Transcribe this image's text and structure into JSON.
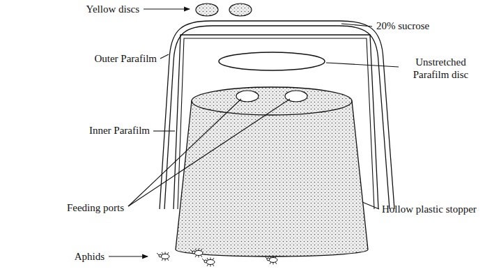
{
  "diagram": {
    "labels": [
      "Yellow discs",
      "20% sucrose",
      "Outer Parafilm",
      "Unstretched Parafilm disc",
      "Inner Parafilm",
      "Feeding ports",
      "Hollow plastic stopper",
      "Aphids"
    ]
  }
}
